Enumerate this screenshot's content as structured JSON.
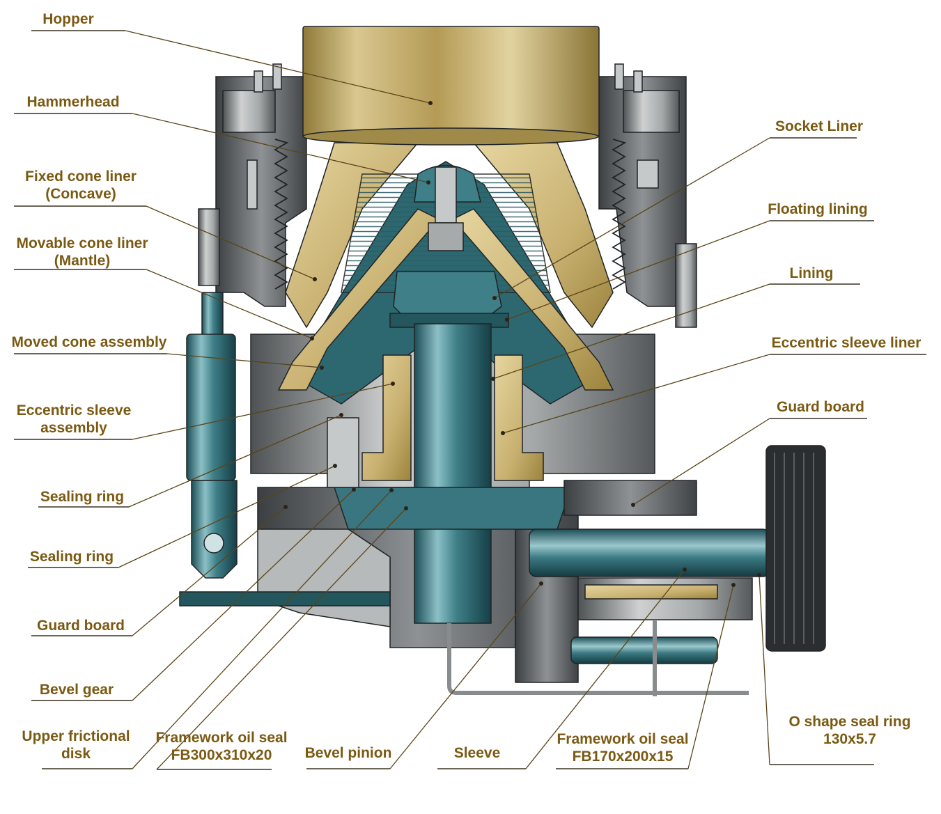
{
  "colors": {
    "label_text": "#7a5a12",
    "leader_line": "#5a4418",
    "underline": "#3a3020",
    "brass_light": "#d8c890",
    "brass_dark": "#a0883c",
    "teal_light": "#7fb5bd",
    "teal_dark": "#1f5a63",
    "steel_light": "#d2d4d4",
    "steel_dark": "#5a5e60",
    "outline": "#202326"
  },
  "labels": [
    {
      "id": "hopper",
      "lines": [
        "Hopper"
      ]
    },
    {
      "id": "hammerhead",
      "lines": [
        "Hammerhead"
      ]
    },
    {
      "id": "fixed-cone-liner",
      "lines": [
        "Fixed cone liner",
        "(Concave)"
      ]
    },
    {
      "id": "movable-cone-liner",
      "lines": [
        "Movable cone liner",
        "(Mantle)"
      ]
    },
    {
      "id": "moved-cone-assembly",
      "lines": [
        "Moved cone assembly"
      ]
    },
    {
      "id": "eccentric-sleeve-assembly",
      "lines": [
        "Eccentric sleeve",
        "assembly"
      ]
    },
    {
      "id": "sealing-ring-1",
      "lines": [
        "Sealing ring"
      ]
    },
    {
      "id": "sealing-ring-2",
      "lines": [
        "Sealing ring"
      ]
    },
    {
      "id": "guard-board-left",
      "lines": [
        "Guard board"
      ]
    },
    {
      "id": "bevel-gear",
      "lines": [
        "Bevel gear"
      ]
    },
    {
      "id": "upper-frictional-disk",
      "lines": [
        "Upper frictional",
        "disk"
      ]
    },
    {
      "id": "framework-oil-seal-left",
      "lines": [
        "Framework oil seal",
        "FB300x310x20"
      ]
    },
    {
      "id": "bevel-pinion",
      "lines": [
        "Bevel pinion"
      ]
    },
    {
      "id": "sleeve",
      "lines": [
        "Sleeve"
      ]
    },
    {
      "id": "framework-oil-seal-right",
      "lines": [
        "Framework oil seal",
        "FB170x200x15"
      ]
    },
    {
      "id": "o-shape-seal-ring",
      "lines": [
        "O shape seal ring",
        "130x5.7"
      ]
    },
    {
      "id": "socket-liner",
      "lines": [
        "Socket Liner"
      ]
    },
    {
      "id": "floating-lining",
      "lines": [
        "Floating lining"
      ]
    },
    {
      "id": "lining",
      "lines": [
        "Lining"
      ]
    },
    {
      "id": "eccentric-sleeve-liner",
      "lines": [
        "Eccentric sleeve liner"
      ]
    },
    {
      "id": "guard-board-right",
      "lines": [
        "Guard board"
      ]
    }
  ]
}
